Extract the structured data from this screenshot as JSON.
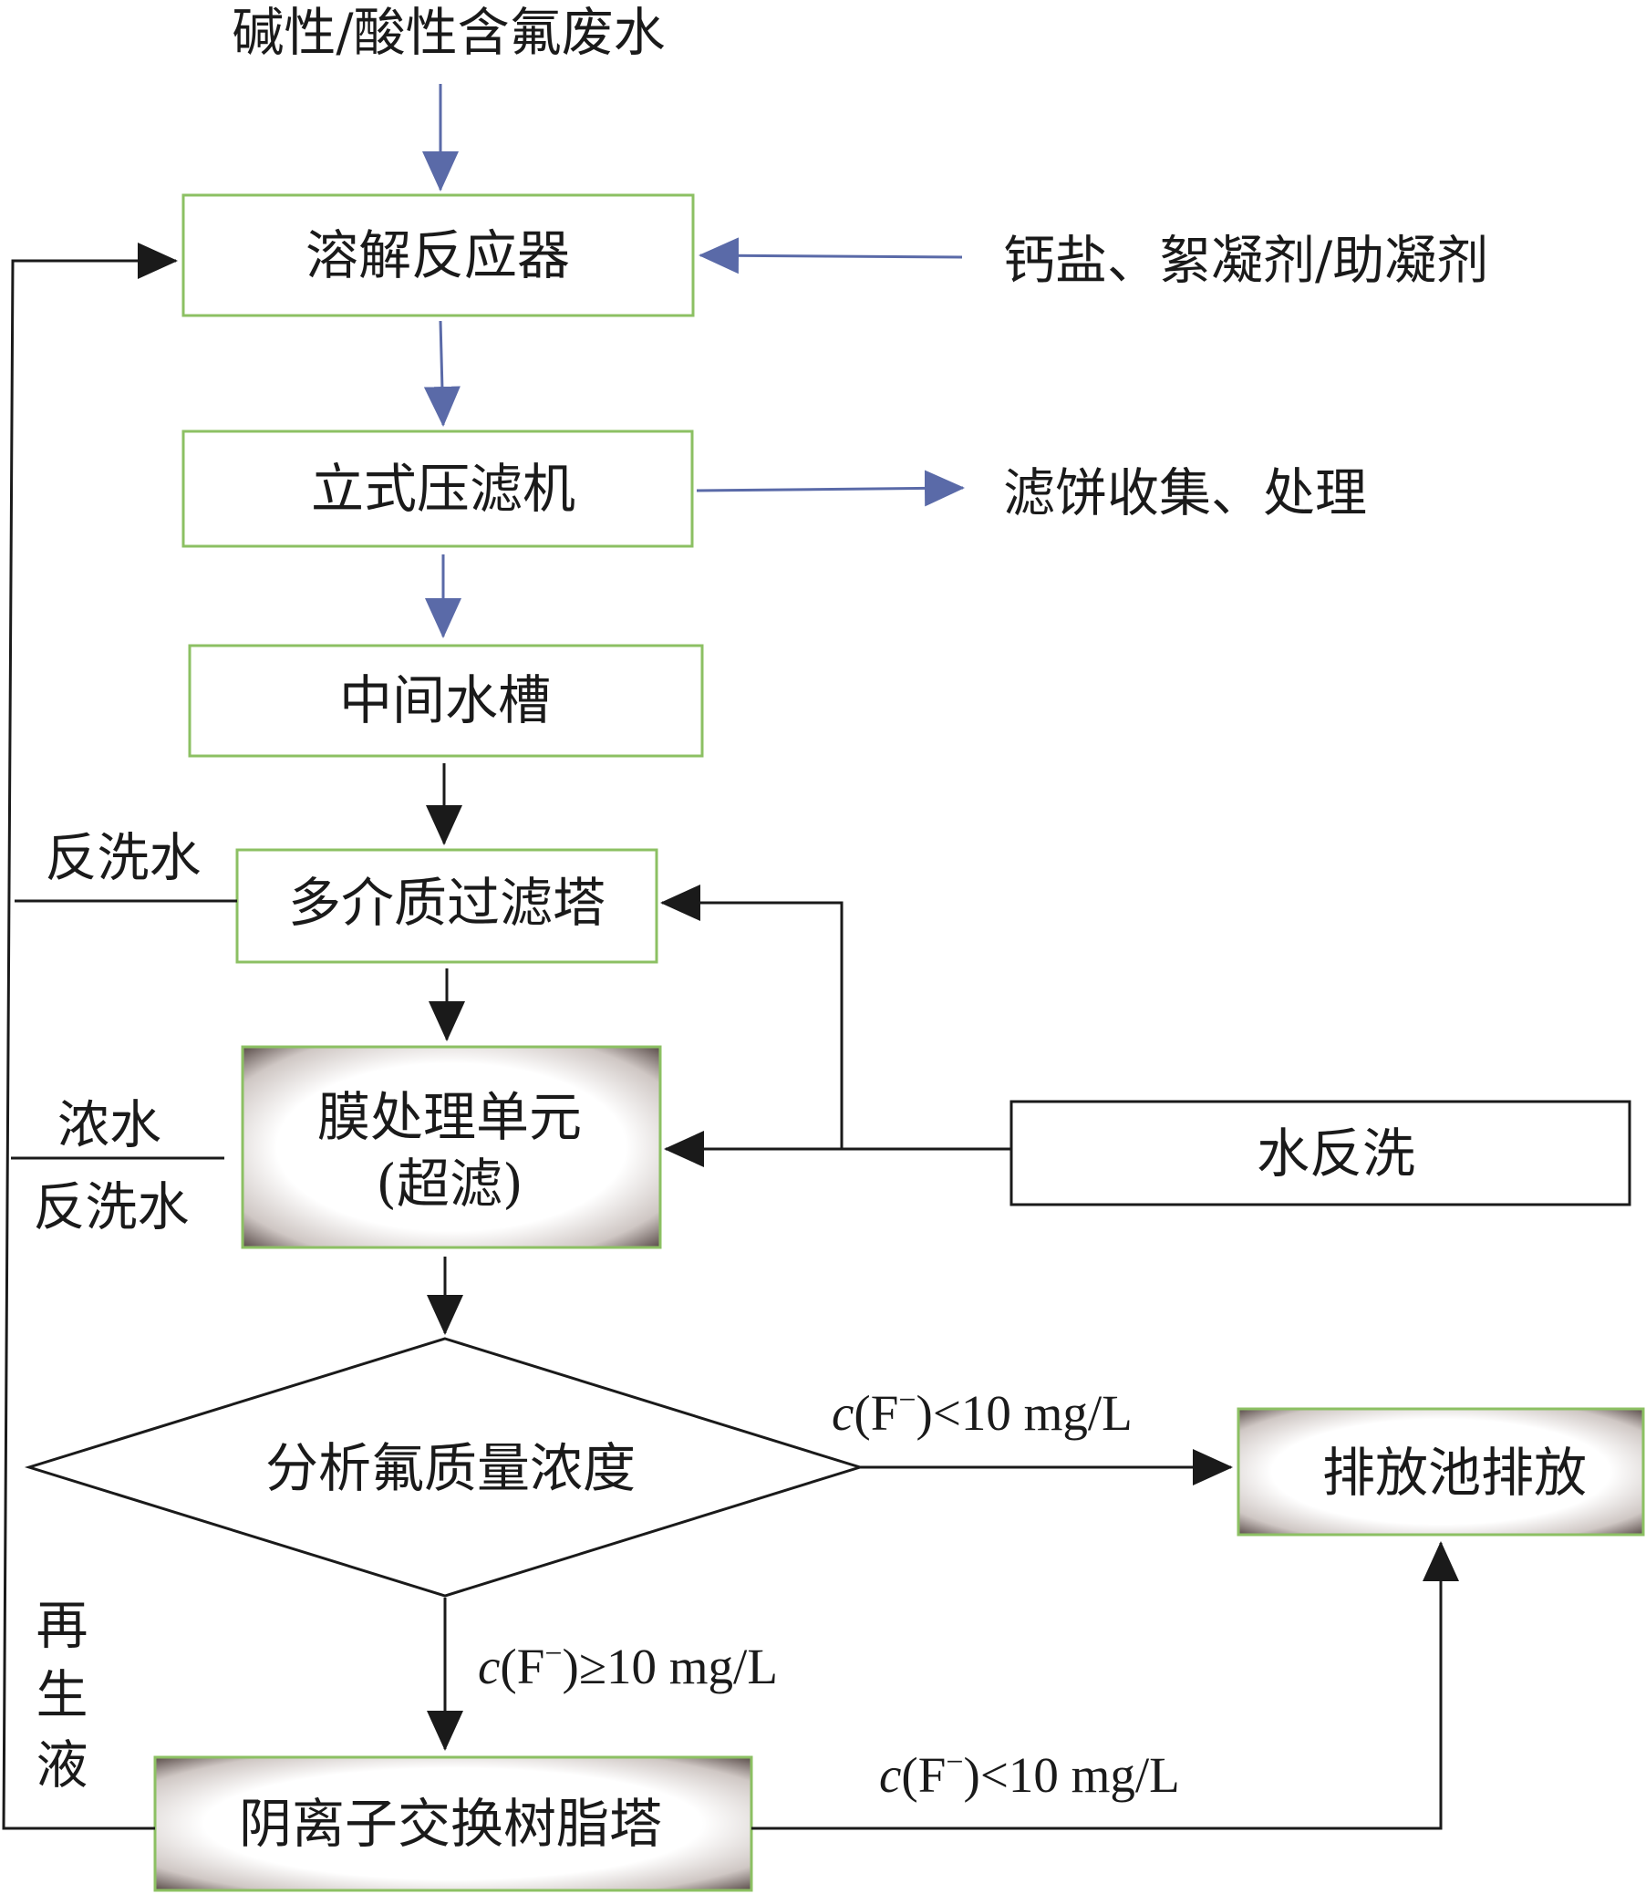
{
  "nodes": {
    "input": "碱性/酸性含氟废水",
    "dissolver": "溶解反应器",
    "chemicals": "钙盐、絮凝剂/助凝剂",
    "filter_press": "立式压滤机",
    "filter_cake": "滤饼收集、处理",
    "mid_tank": "中间水槽",
    "backwash_water_top": "反洗水",
    "multimedia_filter": "多介质过滤塔",
    "concentrate": "浓水",
    "backwash_water_mid": "反洗水",
    "membrane_line1": "膜处理单元",
    "membrane_line2": "(超滤)",
    "water_backwash": "水反洗",
    "analysis": "分析氟质量浓度",
    "discharge": "排放池排放",
    "regen_1": "再",
    "regen_2": "生",
    "regen_3": "液",
    "anion_tower": "阴离子交换树脂塔"
  },
  "conditions": {
    "low_top": {
      "c": "c",
      "ion": "(F",
      "sup": "−",
      "rest": ")<10 mg/L"
    },
    "high": {
      "c": "c",
      "ion": "(F",
      "sup": "−",
      "rest": ")≥10 mg/L"
    },
    "low_bottom": {
      "c": "c",
      "ion": "(F",
      "sup": "−",
      "rest": ")<10 mg/L"
    }
  },
  "colors": {
    "green_border": "#8cc063",
    "blue_arrow": "#5a6aa8",
    "black": "#1a1a1a"
  }
}
